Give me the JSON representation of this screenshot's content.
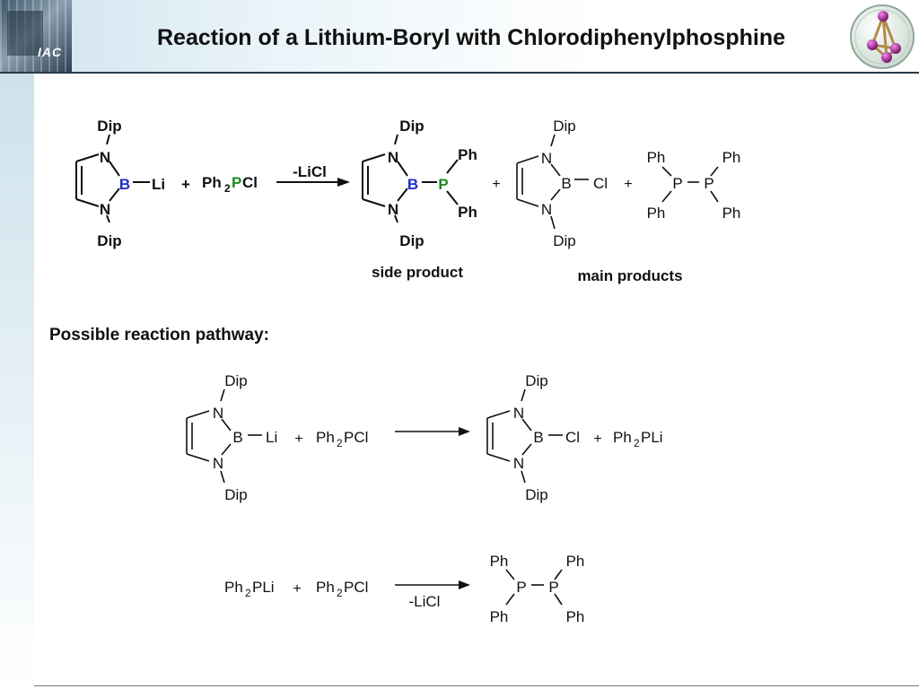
{
  "header": {
    "title": "Reaction of a Lithium-Boryl with Chlorodiphenylphosphine",
    "left_logo_text": "IAC"
  },
  "atoms": {
    "dip": "Dip",
    "n": "N",
    "b": "B",
    "li": "Li",
    "cl": "Cl",
    "p": "P",
    "ph": "Ph",
    "ph2": "Ph",
    "sub2": "2",
    "pcl": "PCl",
    "pli": "PLi",
    "plus": "+"
  },
  "reaction1": {
    "arrow_label": "-LiCl"
  },
  "labels": {
    "side_product": "side product",
    "main_products": "main products",
    "pathway_heading": "Possible reaction pathway:"
  },
  "reaction3": {
    "arrow_label": "-LiCl"
  },
  "colors": {
    "boron": "#1f2dcc",
    "phosphorus": "#1e8a1e",
    "text": "#111111",
    "header_line": "#2a3a48"
  }
}
